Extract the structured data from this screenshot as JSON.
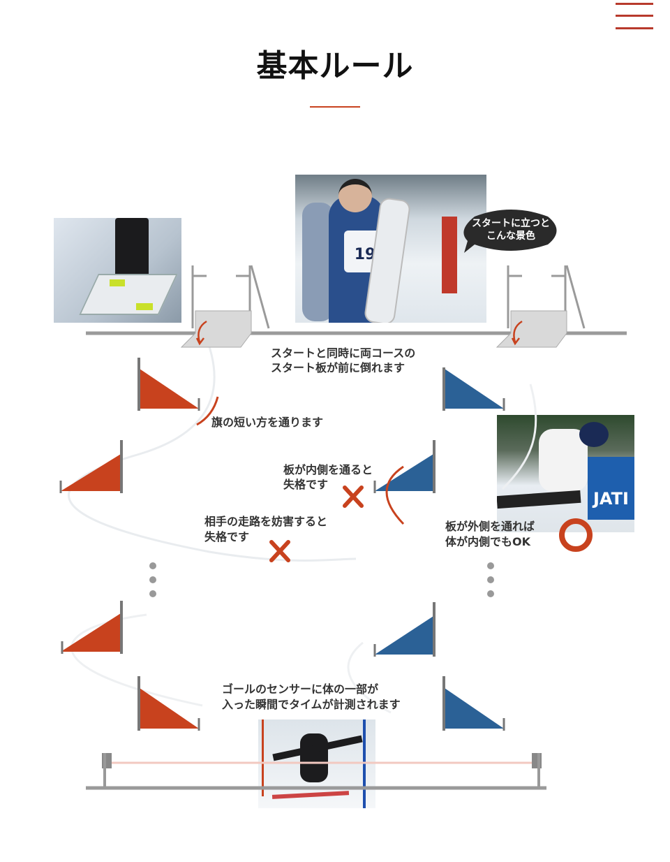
{
  "header": {
    "title": "基本ルール",
    "menu_icon": "hamburger-menu-icon"
  },
  "colors": {
    "accent": "#c8421e",
    "red_flag": "#c8421e",
    "blue_flag": "#2b6196",
    "track": "#9a9a9a"
  },
  "diagram": {
    "bubble": [
      "スタートに立つと",
      "こんな景色"
    ],
    "start_note": [
      "スタートと同時に両コースの",
      "スタート板が前に倒れます"
    ],
    "flag_note": "旗の短い方を通ります",
    "inside_fail": [
      "板が内側を通ると",
      "失格です"
    ],
    "block_fail": [
      "相手の走路を妨害すると",
      "失格です"
    ],
    "outside_ok": [
      "板が外側を通れば",
      "体が内側でもOK"
    ],
    "goal_note": [
      "ゴールのセンサーに体の一部が",
      "入った瞬間でタイムが計測されます"
    ],
    "photo_bib": "19",
    "photo_banner": "JATI"
  }
}
